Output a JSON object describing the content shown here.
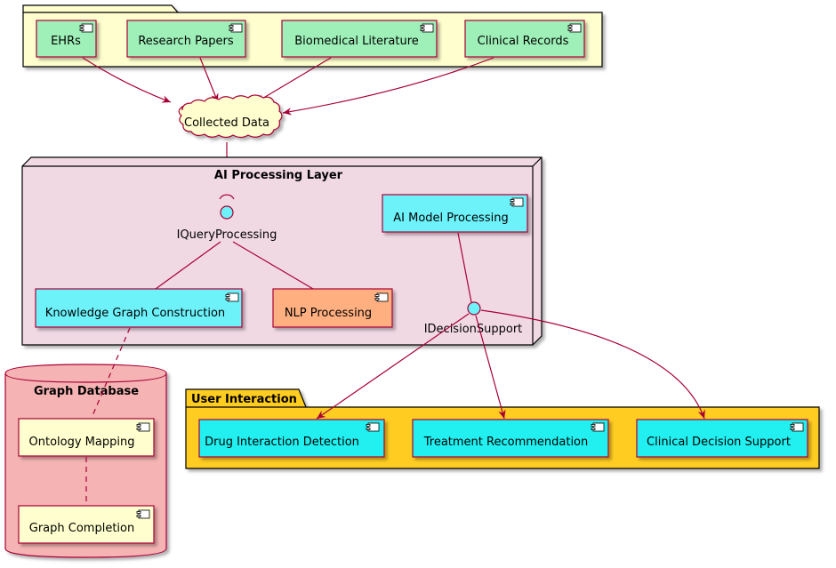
{
  "sources_package": {
    "components": [
      "EHRs",
      "Research Papers",
      "Biomedical Literature",
      "Clinical Records"
    ]
  },
  "collected_data": "Collected Data",
  "ai_layer": {
    "title": "AI Processing Layer",
    "query_interface": "IQueryProcessing",
    "decision_interface": "IDecisionSupport",
    "ai_model": "AI Model Processing",
    "kg_construction": "Knowledge Graph Construction",
    "nlp": "NLP Processing"
  },
  "graph_database": {
    "title": "Graph Database",
    "ontology": "Ontology Mapping",
    "completion": "Graph Completion"
  },
  "user_interaction": {
    "title": "User Interaction",
    "components": [
      "Drug Interaction Detection",
      "Treatment Recommendation",
      "Clinical Decision Support"
    ]
  },
  "colors": {
    "source_fill": "#9EF0B8",
    "package_fill": "#FEFECE",
    "node_fill": "#F1D9E4",
    "cyan_fill": "#6EF2FA",
    "nlp_fill": "#FFAF80",
    "db_fill": "#F5B3B3",
    "ui_pkg_fill": "#FFCC22",
    "ui_comp_fill": "#22F0F0",
    "border": "#A80036"
  }
}
